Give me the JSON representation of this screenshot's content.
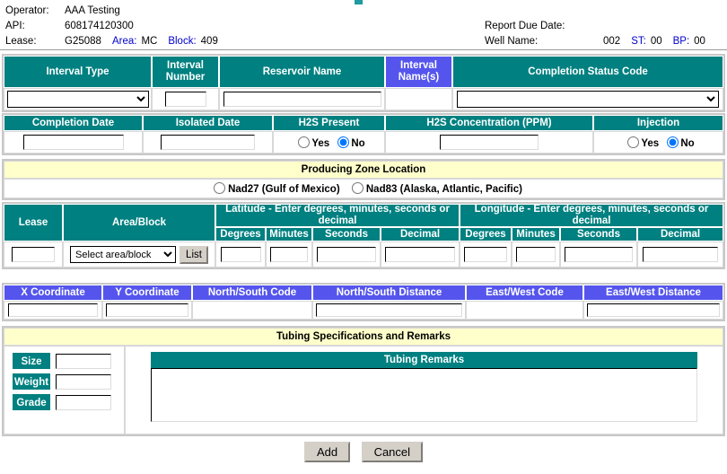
{
  "header": {
    "operator_label": "Operator:",
    "operator_value": "AAA Testing",
    "api_label": "API:",
    "api_value": "608174120300",
    "lease_label": "Lease:",
    "lease_value": "G25088",
    "area_label": "Area:",
    "area_value": "MC",
    "block_label": "Block:",
    "block_value": "409",
    "report_due_label": "Report Due Date:",
    "report_due_value": "",
    "well_name_label": "Well Name:",
    "well_name_value": "002",
    "st_label": "ST:",
    "st_value": "00",
    "bp_label": "BP:",
    "bp_value": "00"
  },
  "interval_section": {
    "headers": {
      "interval_type": "Interval Type",
      "interval_number": "Interval Number",
      "reservoir_name": "Reservoir Name",
      "interval_names": "Interval Name(s)",
      "completion_status_code": "Completion Status Code"
    },
    "values": {
      "interval_type": "",
      "interval_number": "",
      "reservoir_name": "",
      "interval_names": "",
      "completion_status_code": ""
    },
    "interval_type_options": [
      ""
    ],
    "completion_status_options": [
      ""
    ]
  },
  "completion_section": {
    "headers": {
      "completion_date": "Completion Date",
      "isolated_date": "Isolated Date",
      "h2s_present": "H2S Present",
      "h2s_concentration": "H2S Concentration (PPM)",
      "injection": "Injection"
    },
    "values": {
      "completion_date": "",
      "isolated_date": "",
      "h2s_concentration": ""
    },
    "yes_label": "Yes",
    "no_label": "No",
    "h2s_present_selected": "No",
    "injection_selected": "No"
  },
  "producing_zone": {
    "band_title": "Producing Zone Location",
    "datum_options": [
      {
        "label": "Nad27 (Gulf of Mexico)",
        "selected": false
      },
      {
        "label": "Nad83 (Alaska, Atlantic, Pacific)",
        "selected": false
      }
    ]
  },
  "location_section": {
    "lease_header": "Lease",
    "area_block_header": "Area/Block",
    "latitude_header": "Latitude - Enter degrees, minutes, seconds or decimal",
    "longitude_header": "Longitude - Enter degrees, minutes, seconds or decimal",
    "sub_headers": {
      "degrees": "Degrees",
      "minutes": "Minutes",
      "seconds": "Seconds",
      "decimal": "Decimal"
    },
    "area_block_selected": "Select area/block",
    "area_block_options": [
      "Select area/block"
    ],
    "list_button": "List",
    "values": {
      "lease": "",
      "lat_degrees": "",
      "lat_minutes": "",
      "lat_seconds": "",
      "lat_decimal": "",
      "lon_degrees": "",
      "lon_minutes": "",
      "lon_seconds": "",
      "lon_decimal": ""
    }
  },
  "coordinate_section": {
    "headers": {
      "x_coordinate": "X Coordinate",
      "y_coordinate": "Y Coordinate",
      "north_south_code": "North/South Code",
      "north_south_distance": "North/South Distance",
      "east_west_code": "East/West Code",
      "east_west_distance": "East/West Distance"
    },
    "values": {
      "x_coordinate": "",
      "y_coordinate": "",
      "north_south_distance": "",
      "east_west_distance": ""
    }
  },
  "tubing_section": {
    "band_title": "Tubing Specifications and Remarks",
    "size_label": "Size",
    "weight_label": "Weight",
    "grade_label": "Grade",
    "remarks_header": "Tubing Remarks",
    "values": {
      "size": "",
      "weight": "",
      "grade": "",
      "remarks": ""
    }
  },
  "footer": {
    "add_label": "Add",
    "cancel_label": "Cancel"
  },
  "colors": {
    "teal_header": "#008080",
    "purple_header": "#5555ee",
    "band_yellow": "#ffffcc",
    "label_blue": "#0000cc"
  }
}
